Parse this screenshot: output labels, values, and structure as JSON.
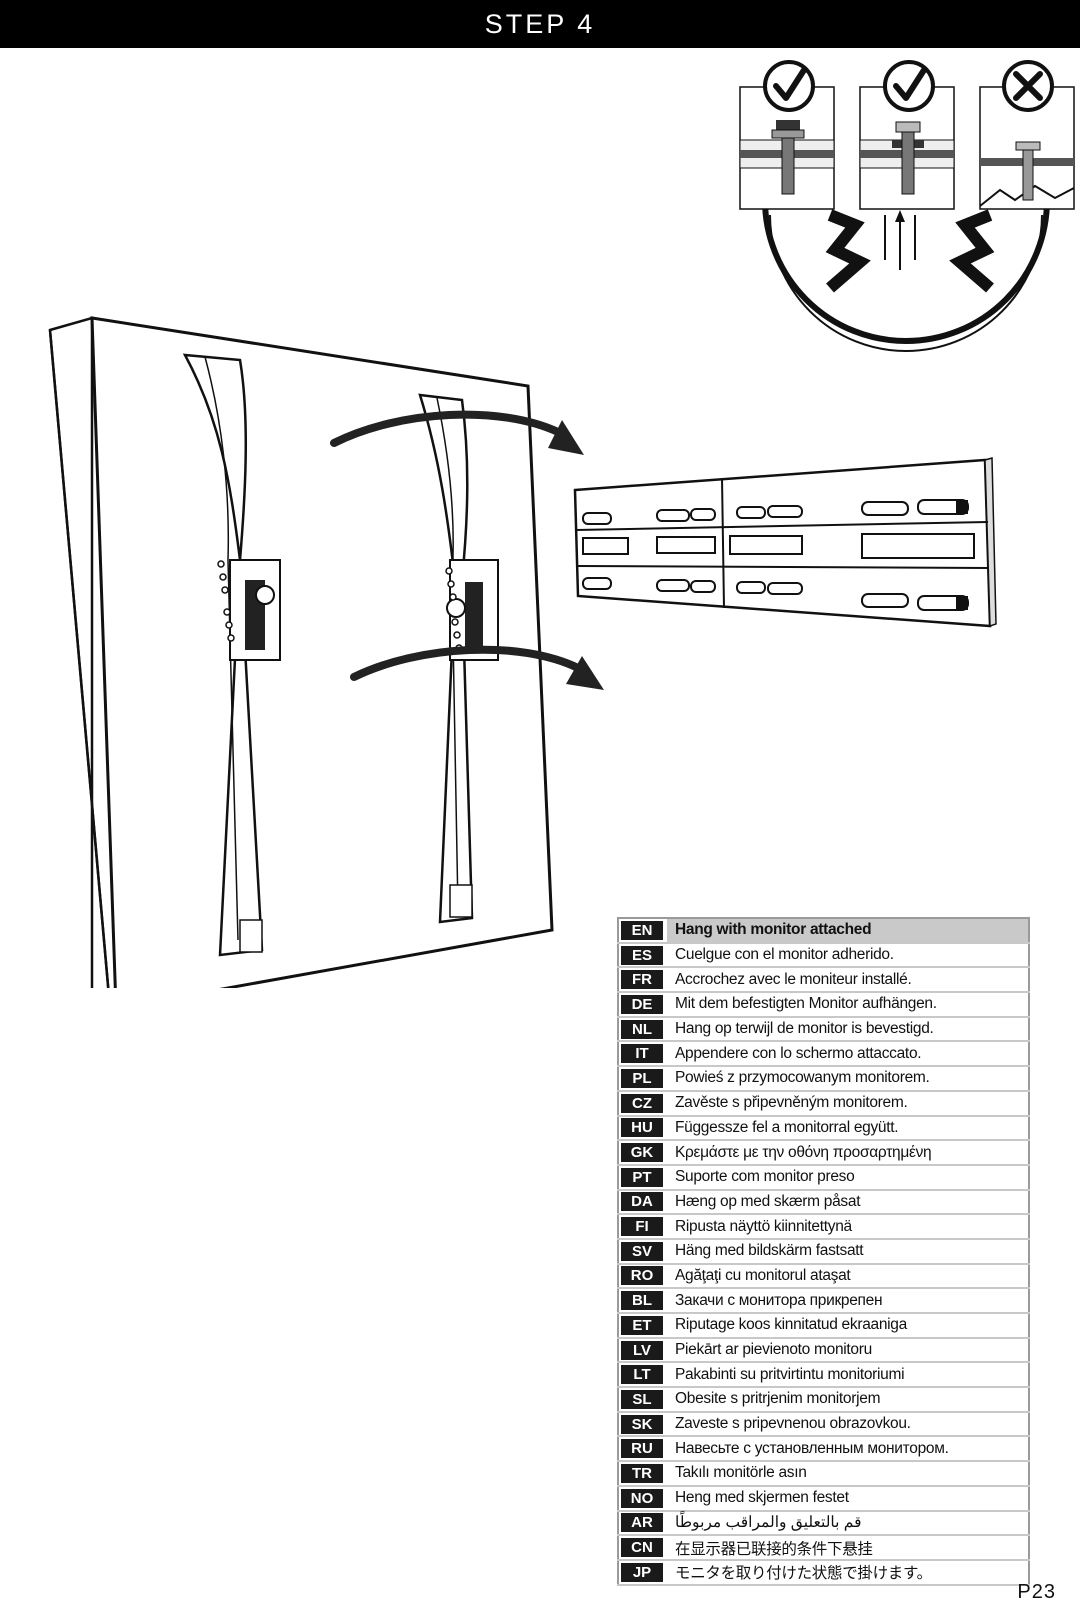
{
  "header": {
    "title": "STEP 4"
  },
  "checks": [
    {
      "icon": "checkmark-icon"
    },
    {
      "icon": "checkmark-icon"
    },
    {
      "icon": "cross-icon"
    }
  ],
  "languages": [
    {
      "code": "EN",
      "text": "Hang with monitor attached"
    },
    {
      "code": "ES",
      "text": "Cuelgue con el monitor adherido."
    },
    {
      "code": "FR",
      "text": "Accrochez avec le moniteur installé."
    },
    {
      "code": "DE",
      "text": "Mit dem befestigten Monitor aufhängen."
    },
    {
      "code": "NL",
      "text": "Hang op terwijl de monitor is bevestigd."
    },
    {
      "code": "IT",
      "text": "Appendere con lo schermo attaccato."
    },
    {
      "code": "PL",
      "text": "Powieś z przymocowanym monitorem."
    },
    {
      "code": "CZ",
      "text": "Zavěste s připevněným monitorem."
    },
    {
      "code": "HU",
      "text": "Függessze fel a monitorral együtt."
    },
    {
      "code": "GK",
      "text": "Κρεμάστε με την οθόνη προσαρτημένη"
    },
    {
      "code": "PT",
      "text": "Suporte com monitor preso"
    },
    {
      "code": "DA",
      "text": "Hæng op med skærm påsat"
    },
    {
      "code": "FI",
      "text": "Ripusta näyttö kiinnitettynä"
    },
    {
      "code": "SV",
      "text": "Häng med bildskärm fastsatt"
    },
    {
      "code": "RO",
      "text": "Agăţaţi cu monitorul ataşat"
    },
    {
      "code": "BL",
      "text": "Закачи с монитора прикрепен"
    },
    {
      "code": "ET",
      "text": "Riputage koos kinnitatud ekraaniga"
    },
    {
      "code": "LV",
      "text": "Piekārt ar pievienoto monitoru"
    },
    {
      "code": "LT",
      "text": "Pakabinti su pritvirtintu monitoriumi"
    },
    {
      "code": "SL",
      "text": "Obesite s pritrjenim monitorjem"
    },
    {
      "code": "SK",
      "text": "Zaveste s pripevnenou obrazovkou."
    },
    {
      "code": "RU",
      "text": "Навесьте с установленным монитором."
    },
    {
      "code": "TR",
      "text": "Takılı monitörle asın"
    },
    {
      "code": "NO",
      "text": "Heng med skjermen festet"
    },
    {
      "code": "AR",
      "text": "قم بالتعليق والمراقب مربوطًا"
    },
    {
      "code": "CN",
      "text": "在显示器已联接的条件下悬挂"
    },
    {
      "code": "JP",
      "text": "モニタを取り付けた状態で掛けます。"
    }
  ],
  "footer": {
    "page_number": "P23"
  }
}
